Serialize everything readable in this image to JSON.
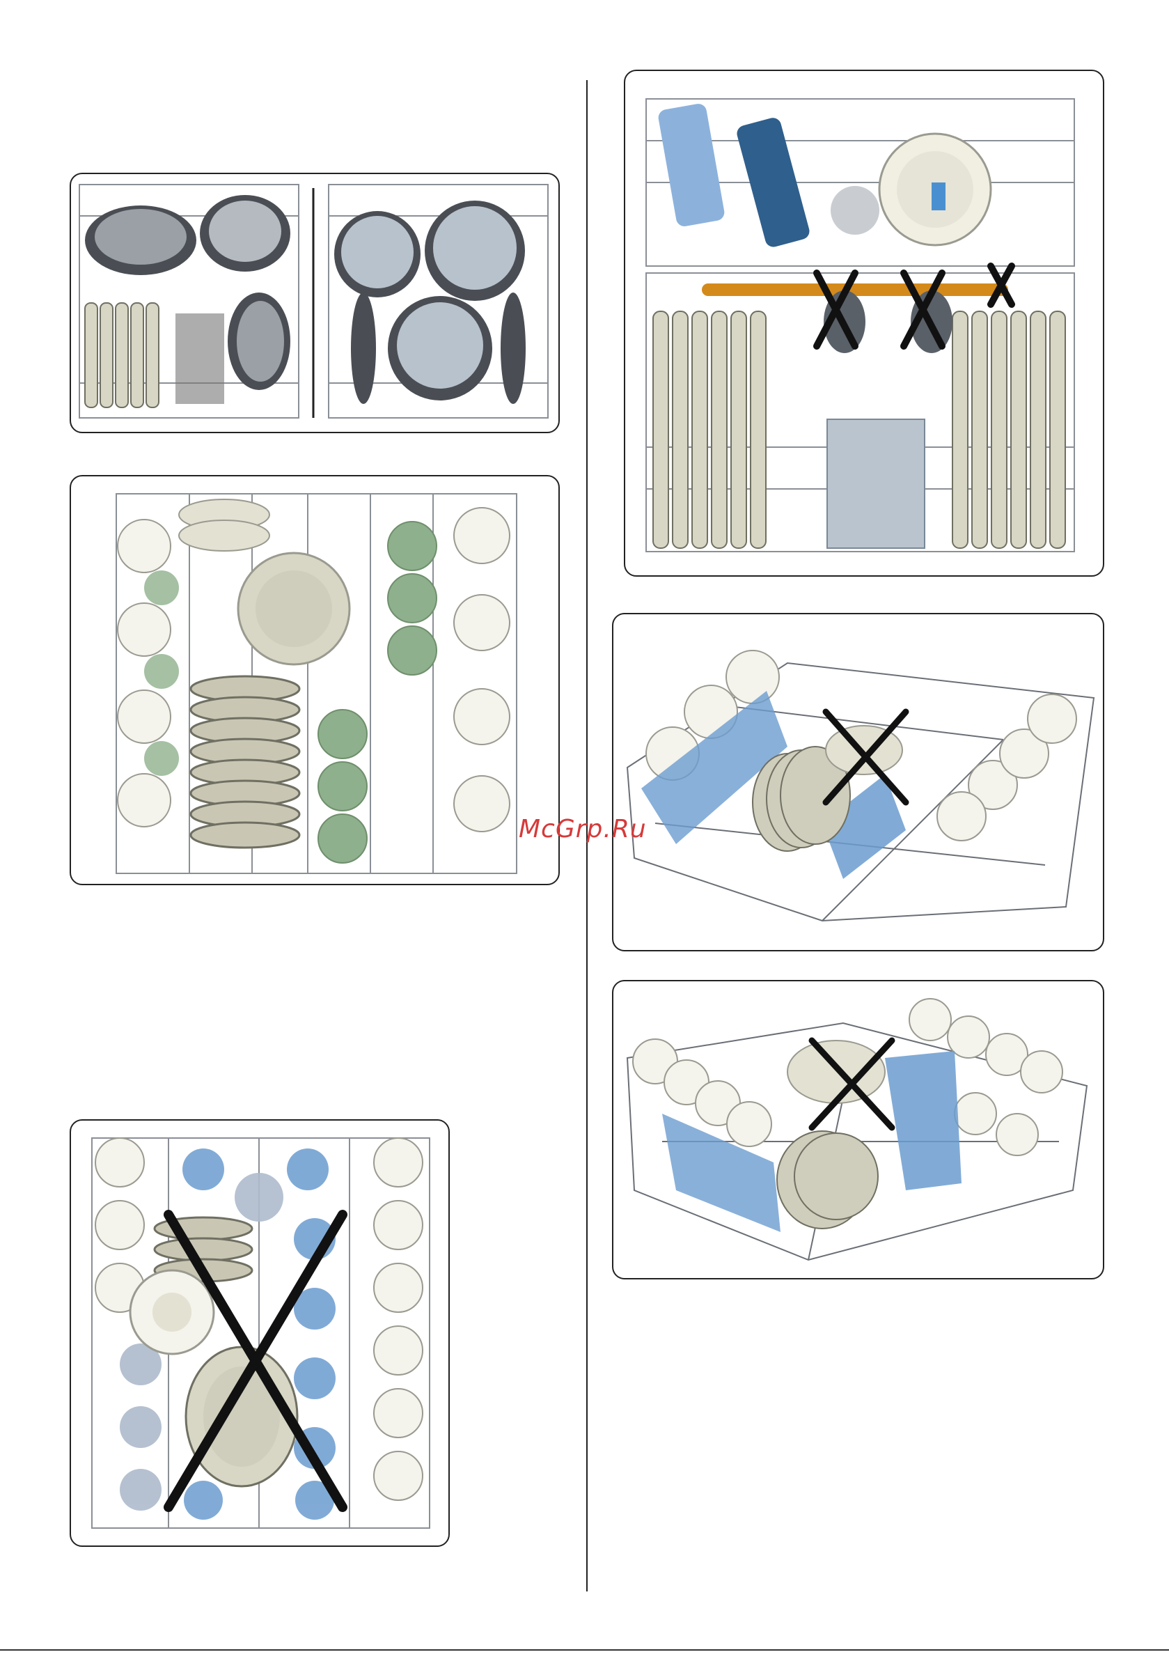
{
  "watermark": "McGrp.Ru",
  "colors": {
    "rack_wire": "#8a8f96",
    "dish_cream": "#d8d6c4",
    "dish_dark": "#6f6f62",
    "cup_white": "#f4f3ec",
    "glass_blue": "#6b9ccf",
    "glass_green": "#8fb08c",
    "pan_dark": "#4a4e54",
    "spray_arm": "#d48a1a",
    "cross_mark": "#111111"
  },
  "figures": [
    {
      "id": "fig-pans-lower-rack",
      "crossed": false
    },
    {
      "id": "fig-upper-rack-correct-top-view",
      "crossed": false
    },
    {
      "id": "fig-upper-rack-incorrect-top-view",
      "crossed": true
    },
    {
      "id": "fig-lower-rack-blocked-spray-arm",
      "crossed": true
    },
    {
      "id": "fig-upper-rack-incorrect-perspective-1",
      "crossed": true
    },
    {
      "id": "fig-upper-rack-incorrect-perspective-2",
      "crossed": true
    }
  ]
}
